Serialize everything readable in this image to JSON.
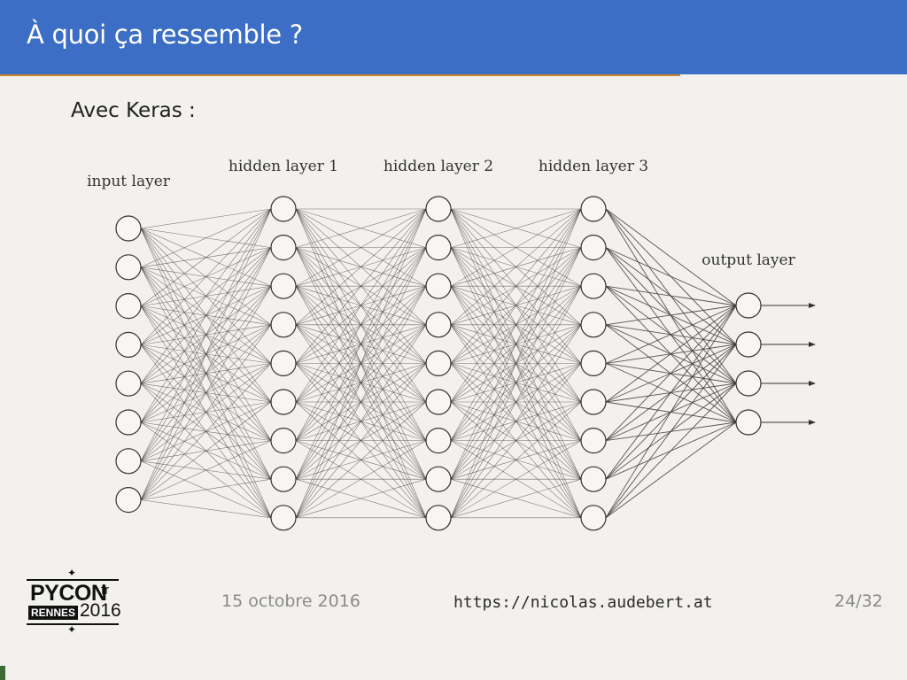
{
  "slide": {
    "title": "À quoi ça ressemble ?",
    "intro": "Avec Keras :"
  },
  "diagram": {
    "layers": [
      {
        "label": "input layer",
        "nodes": 8
      },
      {
        "label": "hidden layer 1",
        "nodes": 9
      },
      {
        "label": "hidden layer 2",
        "nodes": 9
      },
      {
        "label": "hidden layer 3",
        "nodes": 9
      },
      {
        "label": "output layer",
        "nodes": 4
      }
    ],
    "output_arrows": 4
  },
  "footer": {
    "date": "15 octobre 2016",
    "url": "https://nicolas.audebert.at",
    "page": "24/32"
  },
  "logo": {
    "name": "PYCON",
    "suffix": "fr",
    "city": "RENNES",
    "year": "2016"
  },
  "colors": {
    "title_bar": "#3b6ec4",
    "accent": "#c8862f",
    "background": "#f3f1ed"
  }
}
